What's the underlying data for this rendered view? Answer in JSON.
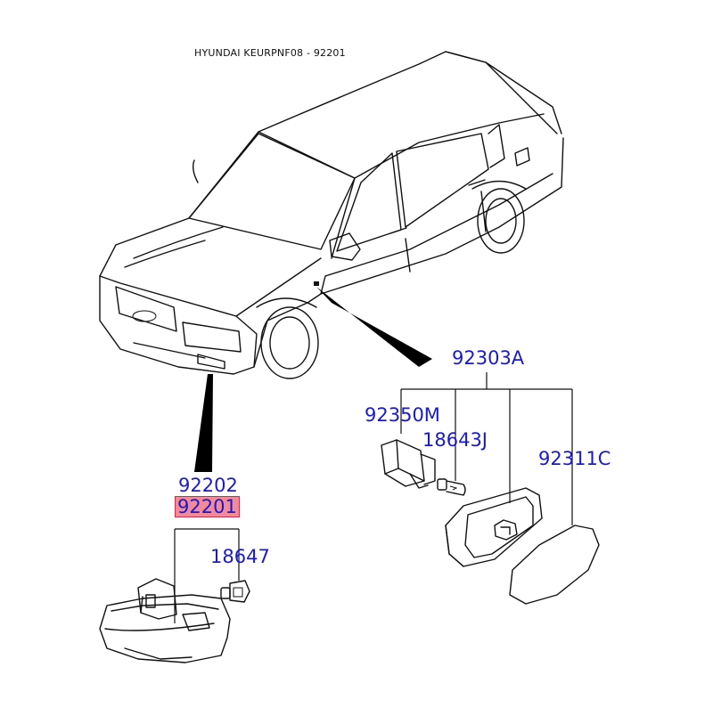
{
  "header": {
    "title": "HYUNDAI KEURPNF08 - 92201"
  },
  "parts": {
    "p92303A": "92303A",
    "p92350M": "92350M",
    "p18643J": "18643J",
    "p92311C": "92311C",
    "p92202": "92202",
    "p92201": "92201",
    "p18647": "18647"
  },
  "colors": {
    "part_label": "#1a1acc",
    "highlight": "#f28a9a"
  }
}
